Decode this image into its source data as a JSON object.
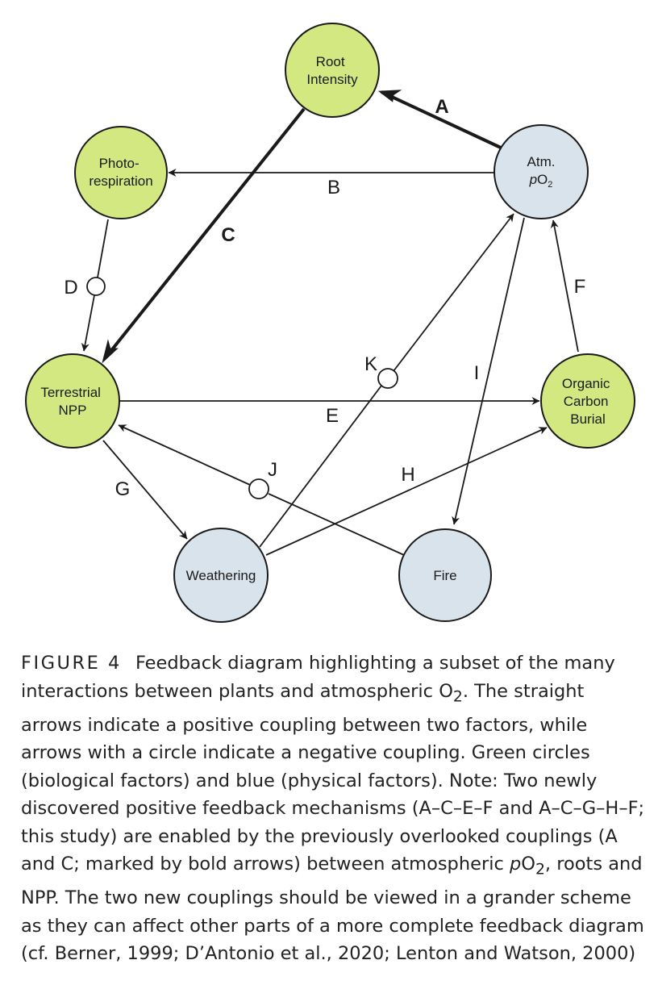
{
  "colors": {
    "biological_fill": "#d4e882",
    "physical_fill": "#d9e3ec",
    "stroke": "#1a1a1a"
  },
  "nodes": {
    "root": {
      "line1": "Root",
      "line2": "Intensity",
      "type": "biological"
    },
    "photo": {
      "line1": "Photo-",
      "line2": "respiration",
      "type": "biological"
    },
    "atm": {
      "line1": "Atm.",
      "line2_italic": "p",
      "line2": "O",
      "line2_sub": "2",
      "type": "physical"
    },
    "tnpp": {
      "line1": "Terrestrial",
      "line2": "NPP",
      "type": "biological"
    },
    "ocb": {
      "line1": "Organic",
      "line2": "Carbon",
      "line3": "Burial",
      "type": "biological"
    },
    "weathering": {
      "line1": "Weathering",
      "type": "physical"
    },
    "fire": {
      "line1": "Fire",
      "type": "physical"
    }
  },
  "edges": [
    {
      "label": "A",
      "from": "atm",
      "to": "root",
      "coupling": "positive",
      "bold": true
    },
    {
      "label": "B",
      "from": "atm",
      "to": "photo",
      "coupling": "positive",
      "bold": false
    },
    {
      "label": "C",
      "from": "root",
      "to": "tnpp",
      "coupling": "positive",
      "bold": true
    },
    {
      "label": "D",
      "from": "photo",
      "to": "tnpp",
      "coupling": "negative",
      "bold": false
    },
    {
      "label": "E",
      "from": "tnpp",
      "to": "ocb",
      "coupling": "positive",
      "bold": false
    },
    {
      "label": "F",
      "from": "ocb",
      "to": "atm",
      "coupling": "positive",
      "bold": false
    },
    {
      "label": "G",
      "from": "tnpp",
      "to": "weathering",
      "coupling": "positive",
      "bold": false
    },
    {
      "label": "H",
      "from": "weathering",
      "to": "ocb",
      "coupling": "positive",
      "bold": false
    },
    {
      "label": "I",
      "from": "atm",
      "to": "fire",
      "coupling": "positive",
      "bold": false
    },
    {
      "label": "J",
      "from": "fire",
      "to": "tnpp",
      "coupling": "negative",
      "bold": false
    },
    {
      "label": "K",
      "from": "weathering",
      "to": "atm",
      "coupling": "negative",
      "bold": false
    }
  ],
  "caption": {
    "figure_label": "FIGURE 4",
    "part1": "Feedback diagram highlighting a subset of the many interactions between plants and atmospheric O",
    "sub1": "2",
    "part2": ". The straight arrows indicate a positive coupling between two factors, while arrows with a circle indicate a negative coupling. Green circles (biological factors) and blue (physical factors). Note: Two newly discovered positive feedback mechanisms (A–C–E–F and A–C–G–H–F; this study) are enabled by the previously overlooked couplings (A and C; marked by bold arrows) between atmospheric ",
    "italic_p": "p",
    "o_letter": "O",
    "sub2": "2",
    "part3": ", roots and NPP. The two new couplings should be viewed in a grander scheme as they can affect other parts of a more complete feedback diagram (cf. Berner, 1999; D’Antonio et al., 2020; Lenton and Watson, 2000)"
  }
}
